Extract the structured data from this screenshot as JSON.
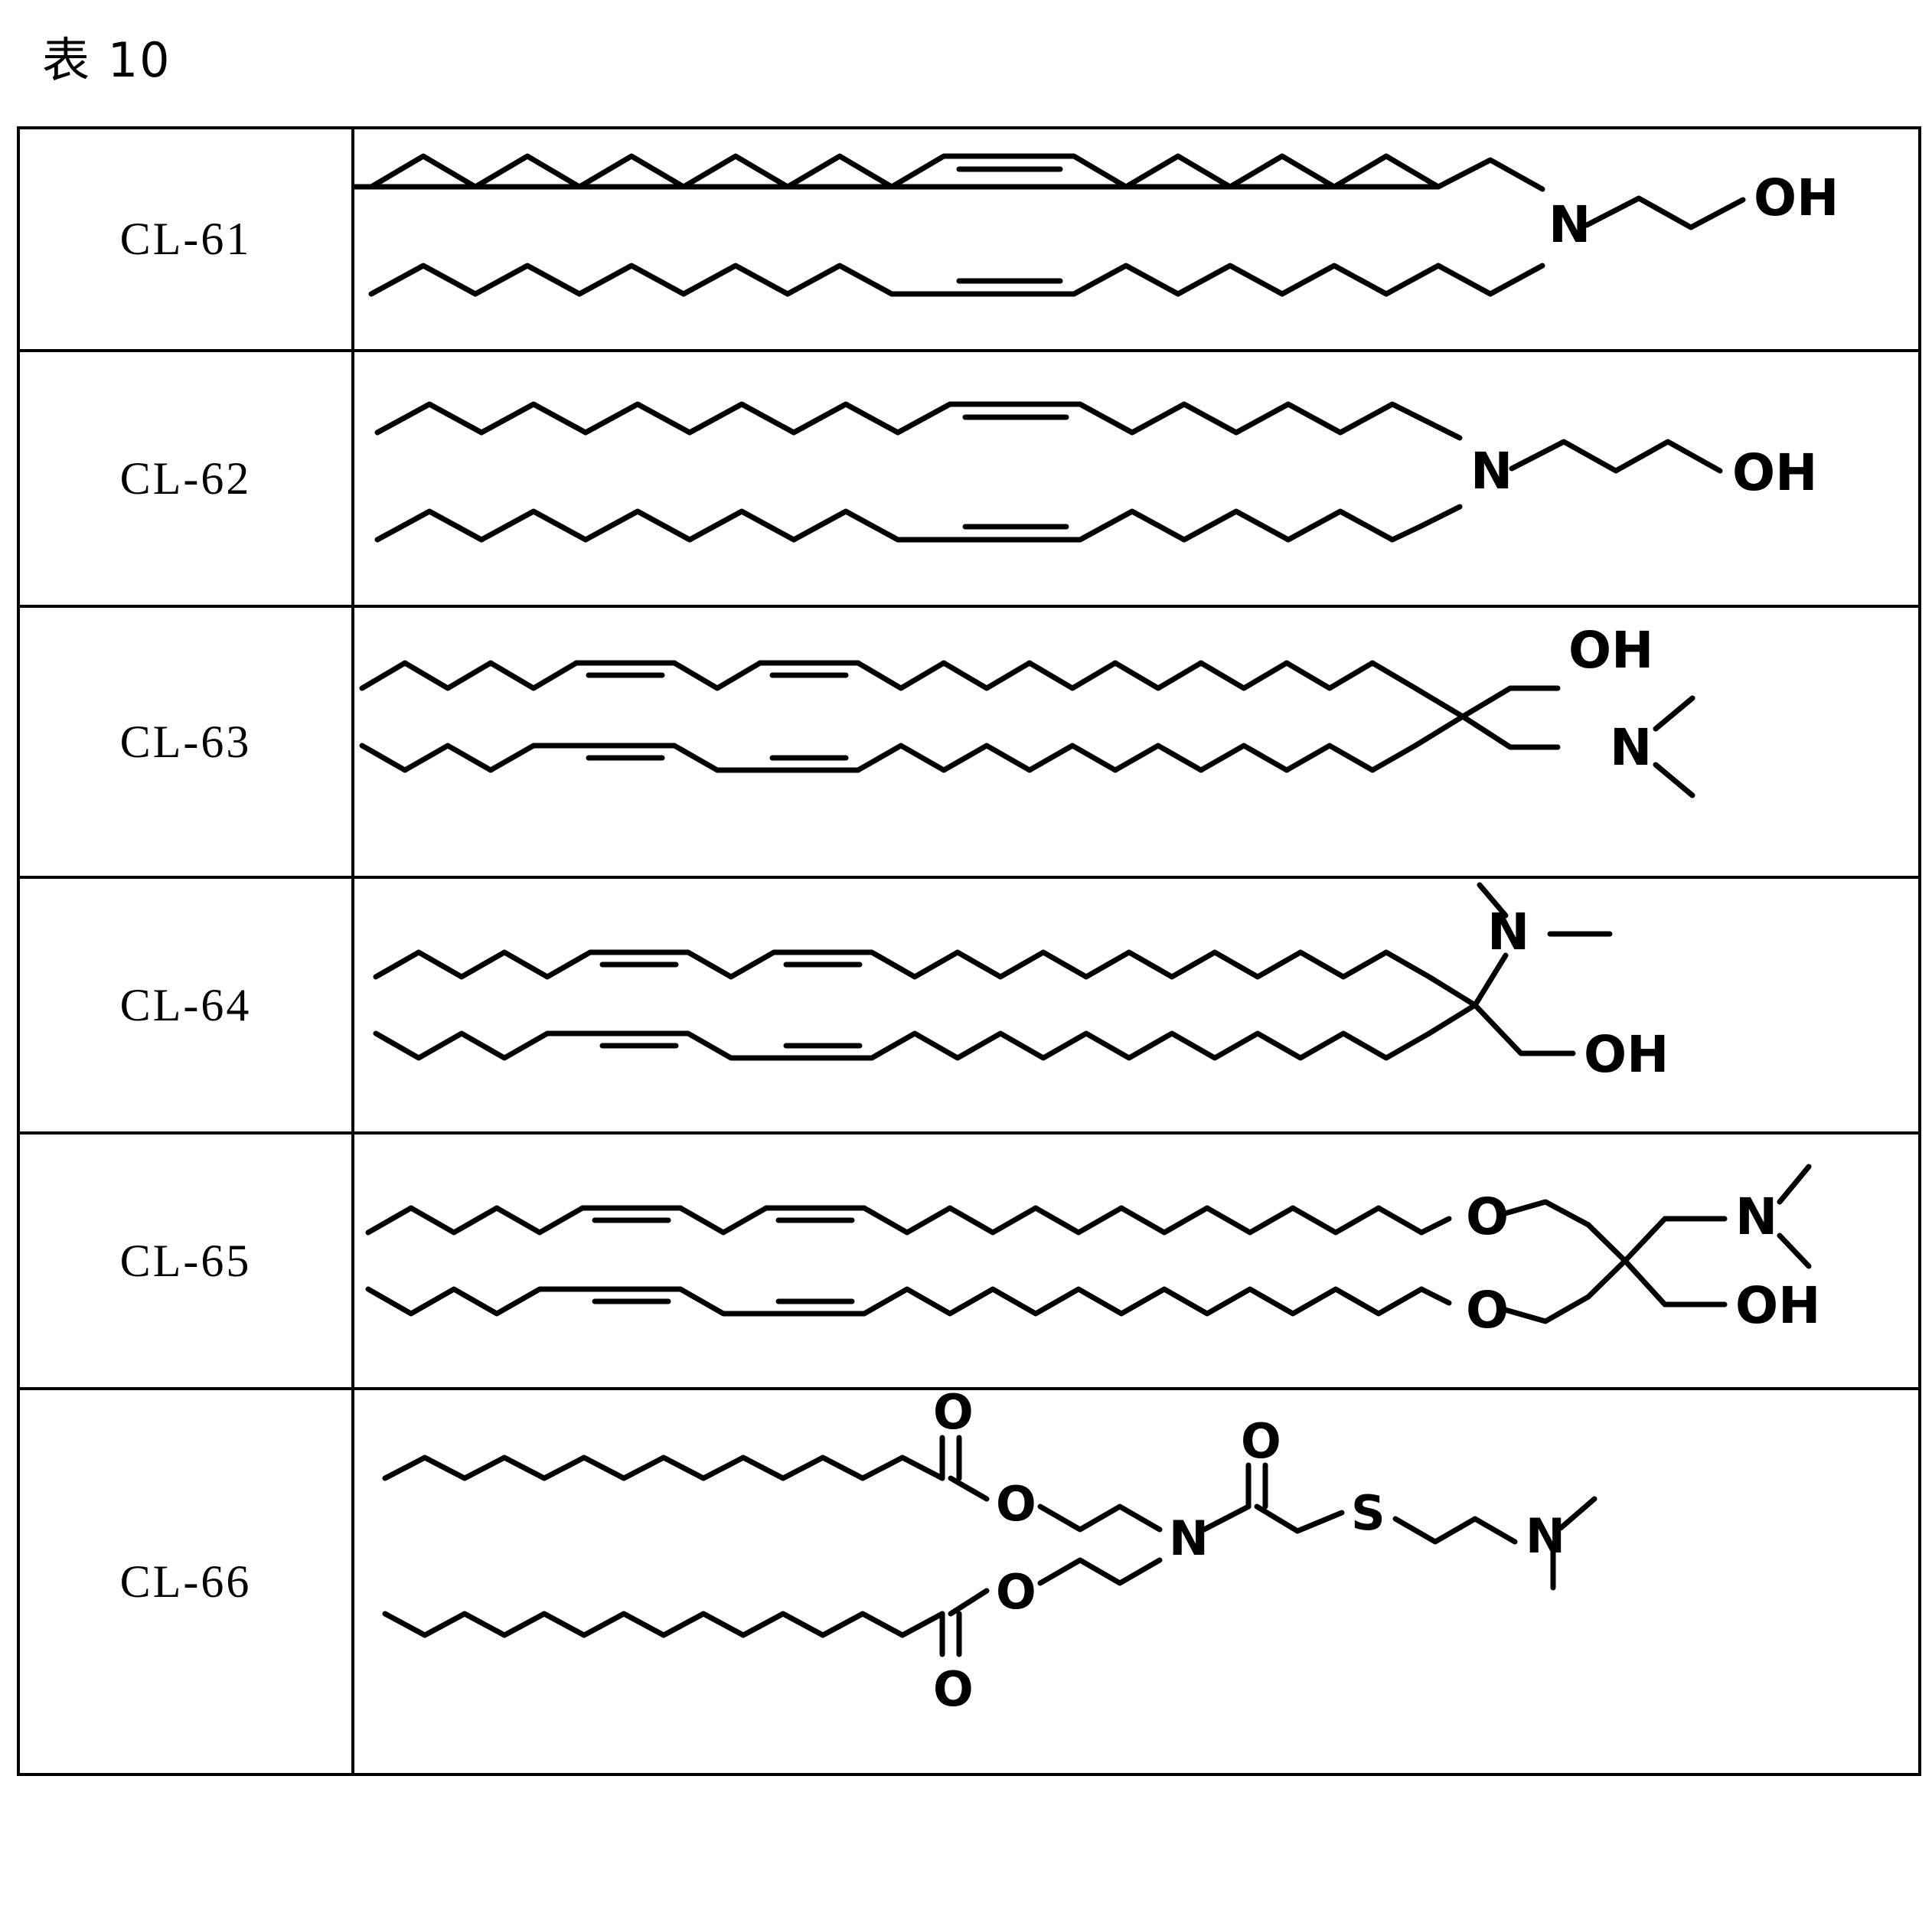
{
  "document": {
    "caption": "表 10",
    "type": "patent-chemical-structure-table",
    "language": "ja"
  },
  "table": {
    "columns": [
      "compound_id",
      "structure"
    ],
    "rows": [
      {
        "id": "CL-61",
        "label": "CL-61",
        "structure_name": "dioleyl-N-(2-hydroxyethyl)amine",
        "atom_labels": [
          "N",
          "OH"
        ],
        "tails": 2,
        "double_bonds_per_tail": 1,
        "head_group": "N-CH2CH2-OH"
      },
      {
        "id": "CL-62",
        "label": "CL-62",
        "structure_name": "dioleyl-N-(3-hydroxypropyl)amine",
        "atom_labels": [
          "N",
          "OH"
        ],
        "tails": 2,
        "double_bonds_per_tail": 1,
        "head_group": "N-CH2CH2CH2-OH"
      },
      {
        "id": "CL-63",
        "label": "CL-63",
        "structure_name": "dilinoleyl quaternary carbon with hydroxymethyl and dimethylaminomethyl",
        "atom_labels": [
          "OH",
          "N"
        ],
        "tails": 2,
        "double_bonds_per_tail": 2,
        "head_group": "C(CH2OH)(CH2N(CH3)2)"
      },
      {
        "id": "CL-64",
        "label": "CL-64",
        "structure_name": "dilinoleyl quaternary carbon with dimethylamino and hydroxymethyl",
        "atom_labels": [
          "N",
          "OH"
        ],
        "tails": 2,
        "double_bonds_per_tail": 2,
        "head_group": "C(N(CH3)2)(CH2OH)"
      },
      {
        "id": "CL-65",
        "label": "CL-65",
        "structure_name": "bis(linoleyloxy) quaternary carbon with dimethylaminomethyl and hydroxymethyl",
        "atom_labels": [
          "O",
          "O",
          "N",
          "OH"
        ],
        "tails": 2,
        "double_bonds_per_tail": 2,
        "head_group": "C(CH2-O-R)2(CH2N(CH3)2)(CH2OH)"
      },
      {
        "id": "CL-66",
        "label": "CL-66",
        "structure_name": "bis(myristoyloxyethyl)amino thioacetamide with dimethylaminoethylthio",
        "atom_labels": [
          "O",
          "O",
          "O",
          "N",
          "O",
          "S",
          "N"
        ],
        "tails": 2,
        "double_bonds_per_tail": 0,
        "head_group": "N(C(=O)CH2-S-CH2CH2-N(CH3)2)"
      }
    ]
  },
  "glyphs": {
    "nitrogen": "N",
    "oxygen": "O",
    "sulfur": "S",
    "hydroxyl": "OH"
  },
  "colors": {
    "ink": "#000000",
    "paper": "#ffffff"
  }
}
